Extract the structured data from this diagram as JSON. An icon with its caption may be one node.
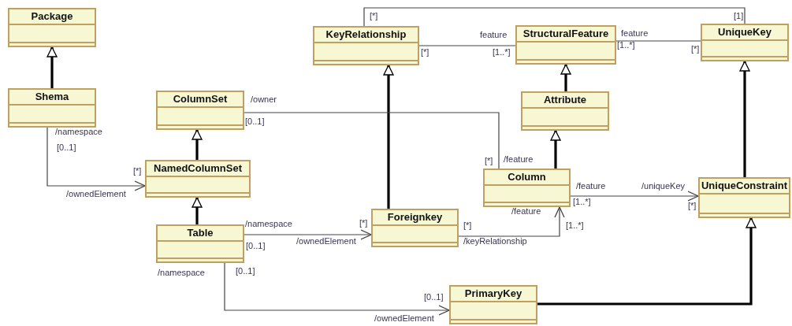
{
  "diagram": {
    "nodes": [
      {
        "text": [
          "Package"
        ]
      },
      {
        "text": [
          "Shema"
        ]
      },
      {
        "text": [
          "ColumnSet"
        ]
      },
      {
        "text": [
          "NamedColumnSet"
        ]
      },
      {
        "text": [
          "Table"
        ]
      },
      {
        "text": [
          "KeyRelationship"
        ]
      },
      {
        "text": [
          "StructuralFeature"
        ]
      },
      {
        "text": [
          "UniqueKey"
        ]
      },
      {
        "text": [
          "Attribute"
        ]
      },
      {
        "text": [
          "Column"
        ]
      },
      {
        "text": [
          "Foreignkey"
        ]
      },
      {
        "text": [
          "UniqueConstraint"
        ]
      },
      {
        "text": [
          "PrimaryKey"
        ]
      }
    ],
    "edges": [
      {
        "from": 1,
        "to": 0,
        "arrow": "to",
        "style": "thick"
      },
      {
        "from": 3,
        "to": 2,
        "arrow": "to",
        "style": "thick"
      },
      {
        "from": 4,
        "to": 3,
        "arrow": "to",
        "style": "thick"
      },
      {
        "from": 8,
        "to": 6,
        "arrow": "to",
        "style": "thick"
      },
      {
        "from": 9,
        "to": 8,
        "arrow": "to",
        "style": "thick"
      },
      {
        "from": 10,
        "to": 5,
        "arrow": "to",
        "style": "thick"
      },
      {
        "from": 11,
        "to": 7,
        "arrow": "to",
        "style": "thick"
      },
      {
        "from": 12,
        "to": 11,
        "arrow": "to",
        "style": "thick"
      },
      {
        "from": 1,
        "to": 3,
        "arrow": "to"
      },
      {
        "from": 4,
        "to": 10,
        "arrow": "to"
      },
      {
        "from": 4,
        "to": 12,
        "arrow": "to"
      },
      {
        "from": 2,
        "to": 9,
        "arrow": "none"
      },
      {
        "from": 5,
        "to": 6,
        "arrow": "none"
      },
      {
        "from": 6,
        "to": 7,
        "arrow": "none"
      },
      {
        "from": 5,
        "to": 7,
        "arrow": "none"
      },
      {
        "from": 10,
        "to": 9,
        "arrow": "to"
      },
      {
        "from": 9,
        "to": 11,
        "arrow": "to"
      }
    ],
    "labels": [
      "[*]",
      "[1]",
      "feature",
      "feature",
      "[*]",
      "[1..*]",
      "[1..*]",
      "[*]",
      "/owner",
      "[0..1]",
      "/namespace",
      "[0..1]",
      "[*]",
      "/feature",
      "[*]",
      "/feature",
      "/uniqueKey",
      "/ownedElement",
      "[1..*]",
      "[*]",
      "/feature",
      "/namespace",
      "[*]",
      "[*]",
      "[1..*]",
      "[0..1]",
      "/ownedElement",
      "/keyRelationship",
      "/namespace",
      "[0..1]",
      "[0..1]",
      "/ownedElement"
    ]
  }
}
